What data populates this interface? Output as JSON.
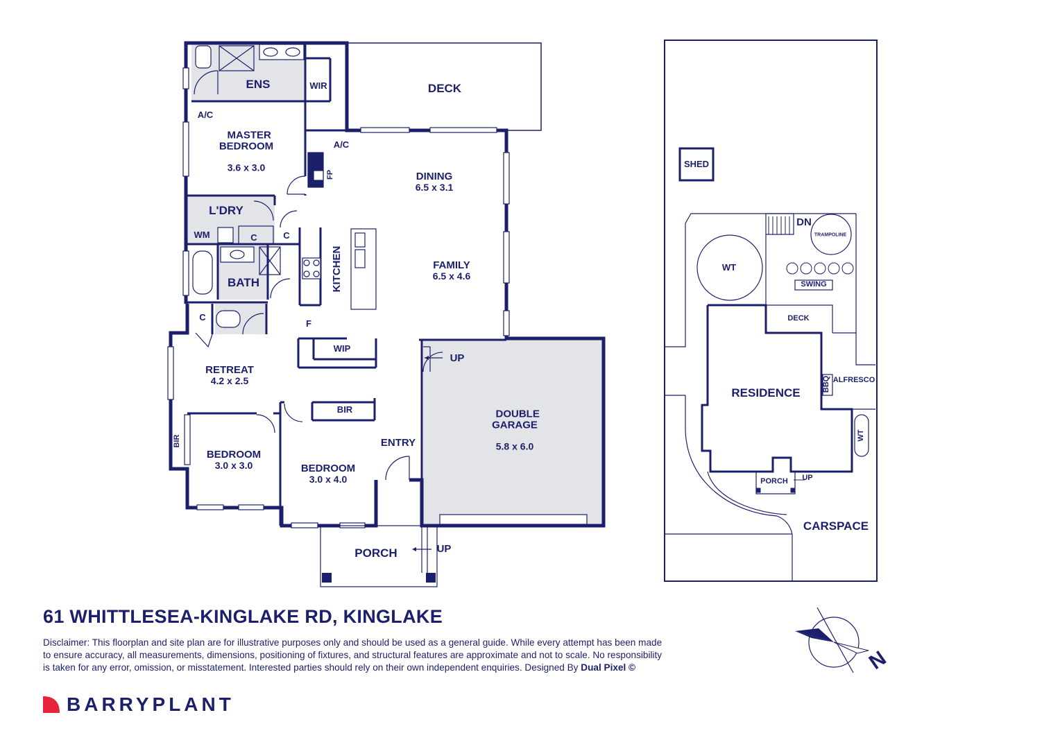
{
  "colors": {
    "wall": "#1c1f6b",
    "wet_area": "#e2e4e7",
    "accent": "#e8233c"
  },
  "floorplan": {
    "rooms": {
      "ens": "ENS",
      "wir": "WIR",
      "deck": "DECK",
      "ac1": "A/C",
      "ac2": "A/C",
      "master": "MASTER\nBEDROOM",
      "master_dim": "3.6 x 3.0",
      "fp": "FP",
      "dining": "DINING",
      "dining_dim": "6.5 x 3.1",
      "laundry": "L'DRY",
      "wm": "WM",
      "c1": "C",
      "c2": "C",
      "c3": "C",
      "bath": "BATH",
      "kitchen": "KITCHEN",
      "family": "FAMILY",
      "family_dim": "6.5 x 4.6",
      "f": "F",
      "wip": "WIP",
      "up1": "UP",
      "retreat": "RETREAT",
      "retreat_dim": "4.2 x 2.5",
      "bir1": "BIR",
      "bir2": "BIR",
      "bedroom1": "BEDROOM",
      "bedroom1_dim": "3.0 x 3.0",
      "bedroom2": "BEDROOM",
      "bedroom2_dim": "3.0 x 4.0",
      "entry": "ENTRY",
      "garage": "DOUBLE\nGARAGE",
      "garage_dim": "5.8 x 6.0",
      "porch": "PORCH",
      "up2": "UP"
    }
  },
  "siteplan": {
    "shed": "SHED",
    "dn": "DN",
    "trampoline": "TRAMPOLINE",
    "wt1": "WT",
    "swing": "SWING",
    "deck": "DECK",
    "residence": "RESIDENCE",
    "bbq": "BBQ",
    "alfresco": "ALFRESCO",
    "wt2": "WT",
    "porch": "PORCH",
    "up": "UP",
    "carspace": "CARSPACE"
  },
  "address": "61 WHITTLESEA-KINGLAKE RD, KINGLAKE",
  "disclaimer": "Disclaimer: This floorplan and site plan are for illustrative purposes only and should be used as a general guide. While every attempt has been made to ensure accuracy, all measurements, dimensions, positioning of fixtures, and structural features are approximate and not to scale. No responsibility is taken for any error, omission, or misstatement. Interested parties should rely on their own independent enquiries. Designed By",
  "designer": "Dual Pixel ©",
  "brand": "BARRYPLANT",
  "compass_letter": "N"
}
